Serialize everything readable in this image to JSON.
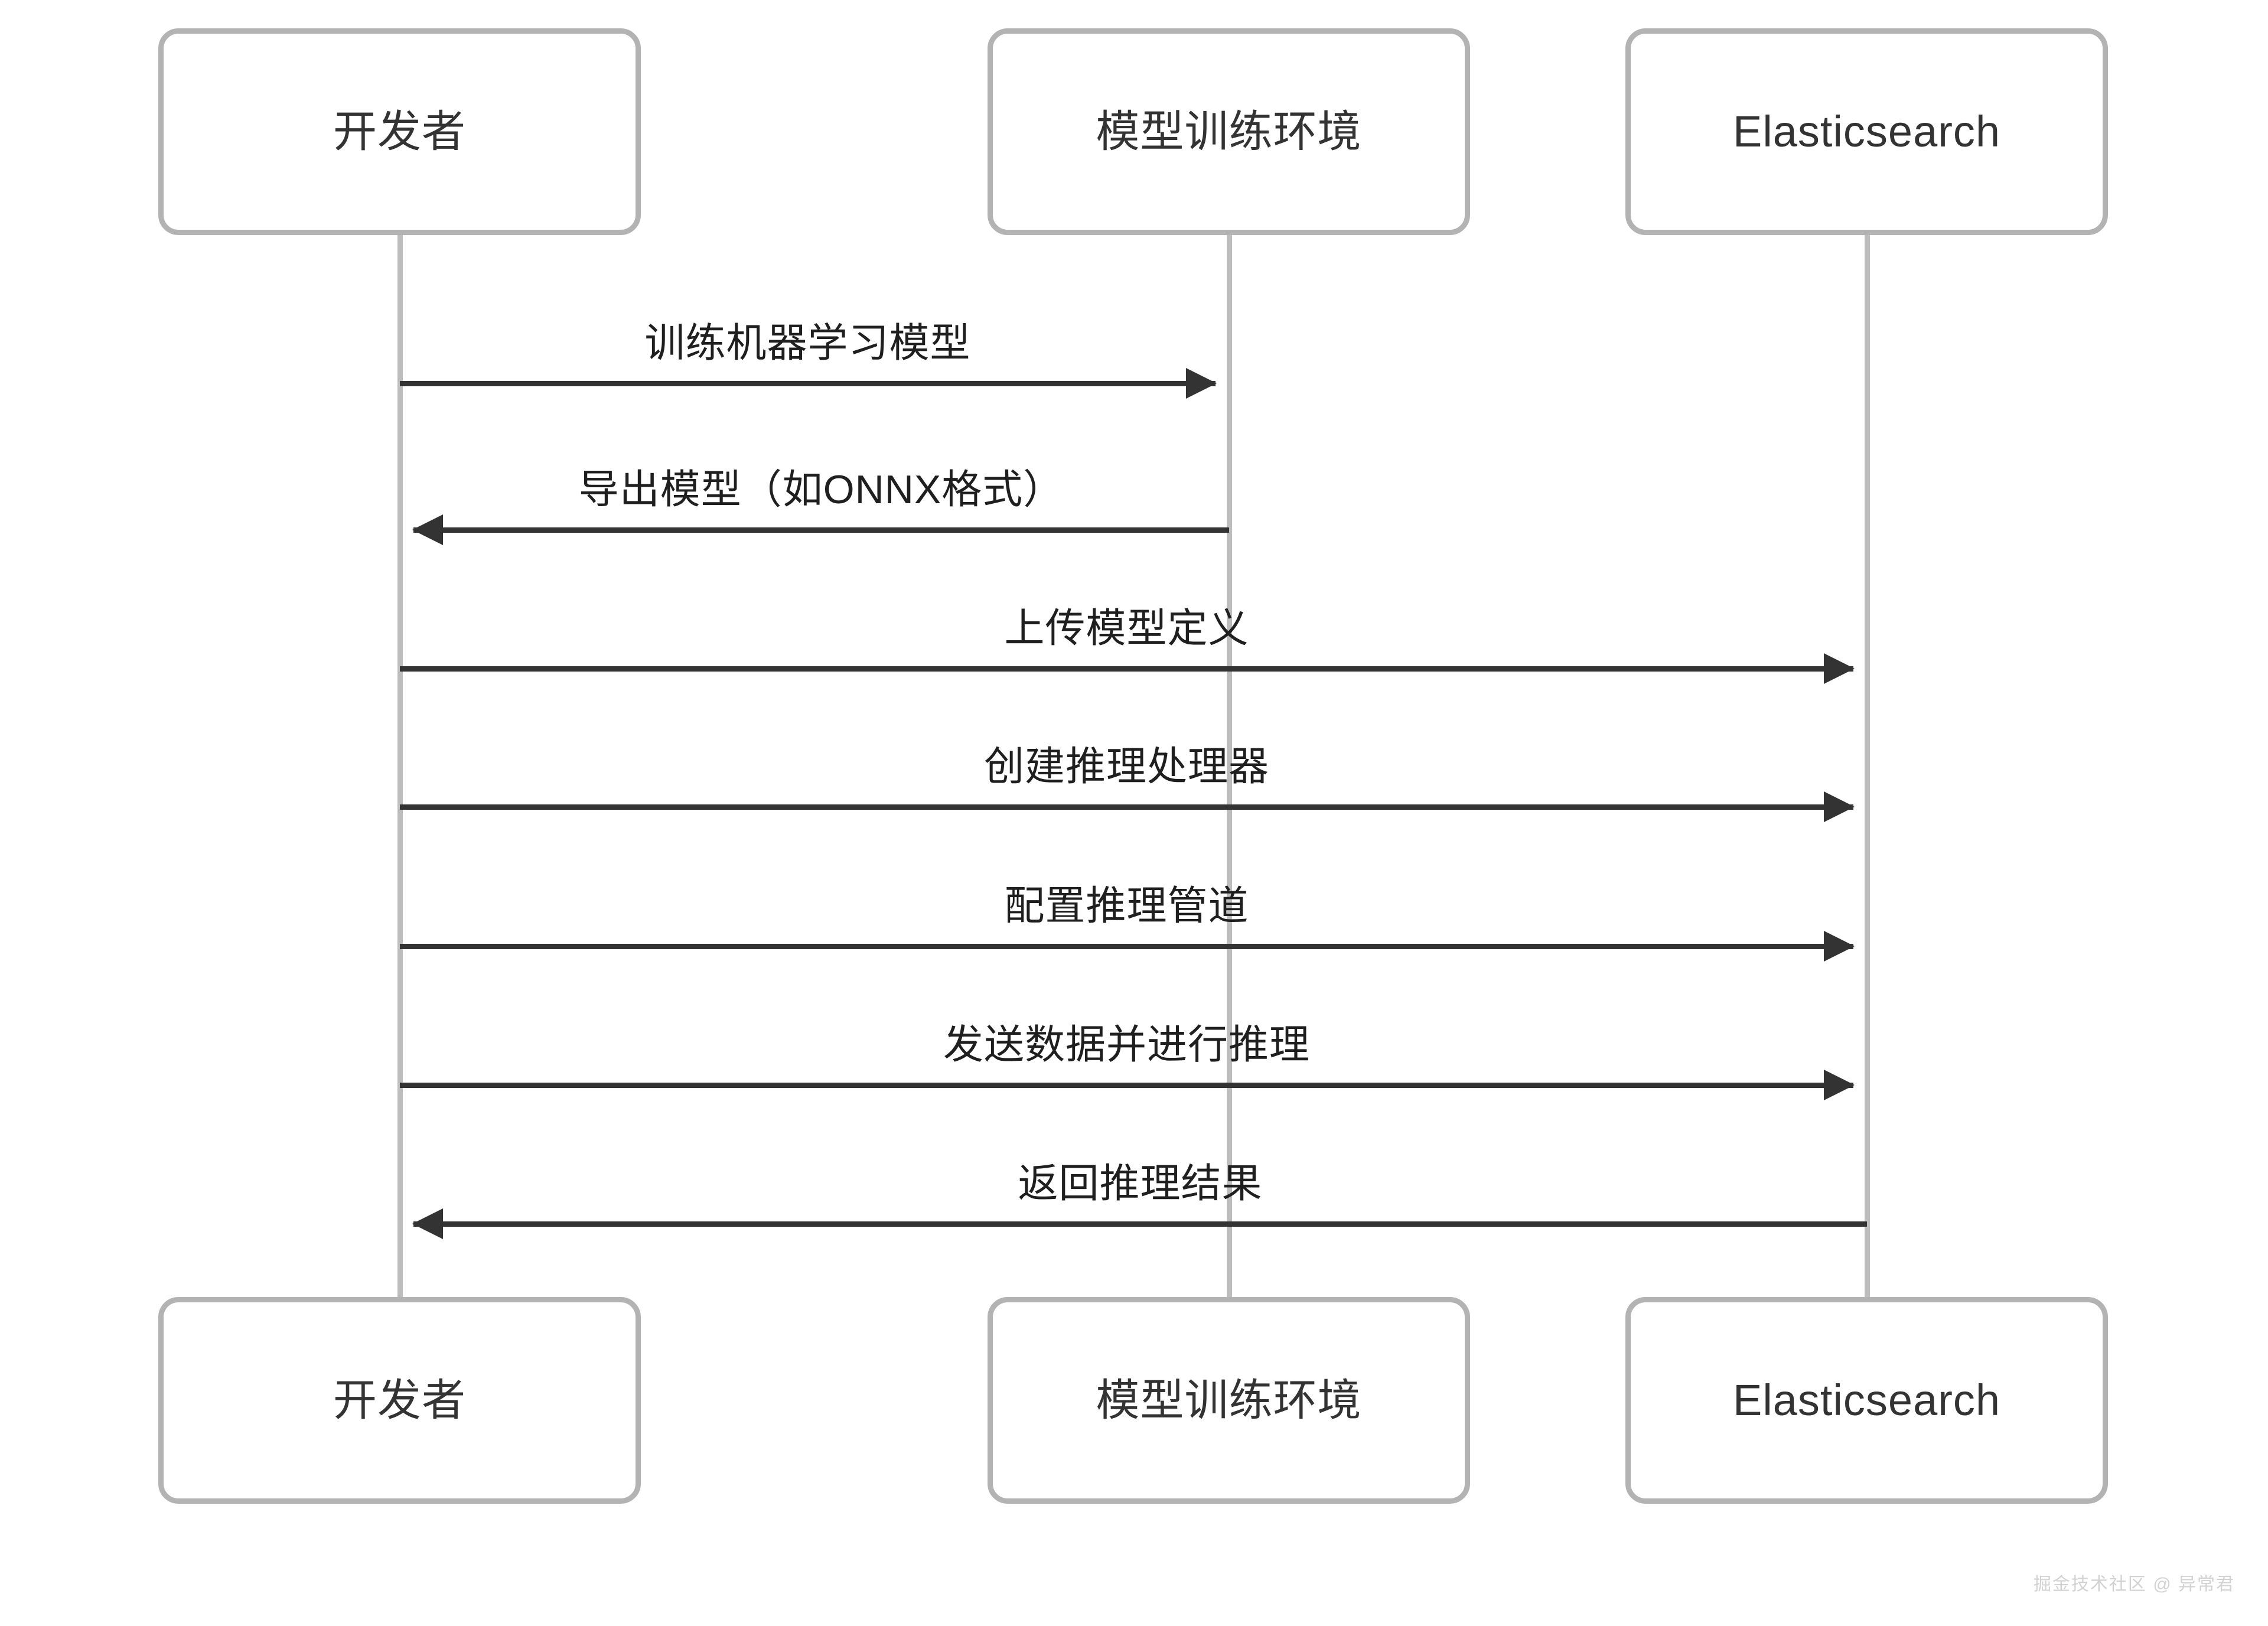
{
  "diagram": {
    "type": "sequence-diagram",
    "background_color": "#ffffff",
    "box_border_color": "#b3b3b3",
    "lifeline_color": "#bdbdbd",
    "arrow_color": "#333333",
    "participants": [
      {
        "id": "developer",
        "label": "开发者"
      },
      {
        "id": "training-env",
        "label": "模型训练环境"
      },
      {
        "id": "elasticsearch",
        "label": "Elasticsearch"
      }
    ],
    "messages": [
      {
        "index": 1,
        "label": "训练机器学习模型",
        "from": "developer",
        "to": "training-env",
        "direction": "right"
      },
      {
        "index": 2,
        "label": "导出模型（如ONNX格式）",
        "from": "training-env",
        "to": "developer",
        "direction": "left"
      },
      {
        "index": 3,
        "label": "上传模型定义",
        "from": "developer",
        "to": "elasticsearch",
        "direction": "right"
      },
      {
        "index": 4,
        "label": "创建推理处理器",
        "from": "developer",
        "to": "elasticsearch",
        "direction": "right"
      },
      {
        "index": 5,
        "label": "配置推理管道",
        "from": "developer",
        "to": "elasticsearch",
        "direction": "right"
      },
      {
        "index": 6,
        "label": "发送数据并进行推理",
        "from": "developer",
        "to": "elasticsearch",
        "direction": "right"
      },
      {
        "index": 7,
        "label": "返回推理结果",
        "from": "elasticsearch",
        "to": "developer",
        "direction": "left"
      }
    ]
  },
  "watermark": {
    "text": "掘金技术社区 @ 异常君"
  }
}
